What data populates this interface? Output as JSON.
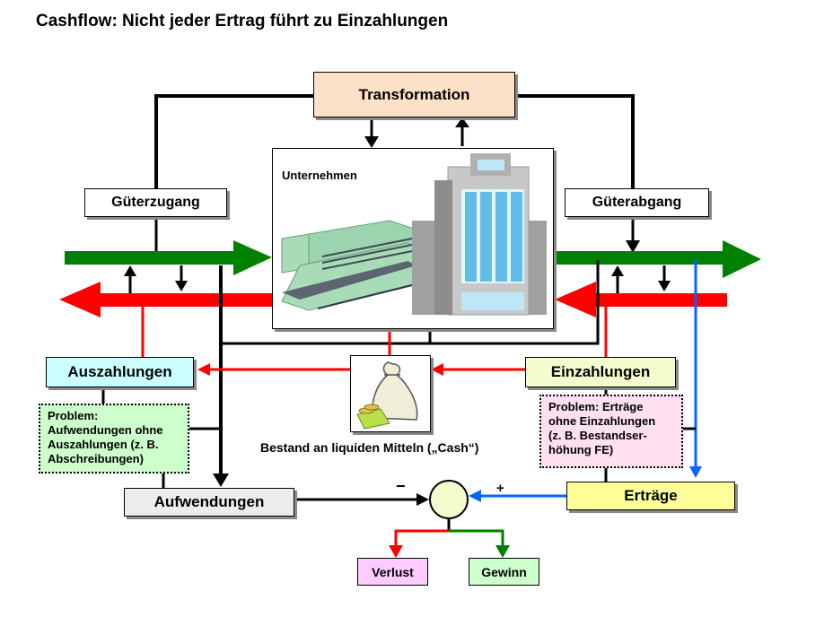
{
  "title": "Cashflow: Nicht jeder Ertrag führt zu Einzahlungen",
  "boxes": {
    "transformation": "Transformation",
    "unternehmen": "Unternehmen",
    "gueterzugang": "Güterzugang",
    "gueterabgang": "Güterabgang",
    "auszahlungen": "Auszahlungen",
    "einzahlungen": "Einzahlungen",
    "aufwendungen": "Aufwendungen",
    "ertraege": "Erträge",
    "verlust": "Verlust",
    "gewinn": "Gewinn"
  },
  "notes": {
    "left": [
      "Problem:",
      "Aufwendungen ohne",
      "Auszahlungen (z. B.",
      "Abschreibungen)"
    ],
    "right": [
      "Problem: Erträge",
      "ohne Einzahlungen",
      "(z. B. Bestandser-",
      "höhung FE)"
    ]
  },
  "cash_label": "Bestand an liquiden Mitteln („Cash“)",
  "signs": {
    "minus": "−",
    "plus": "+"
  },
  "colors": {
    "goods_flow": "#008000",
    "money_flow": "#ff0000",
    "revenue_flow": "#0066ff",
    "transformation_fill": "#fde0c8",
    "auszahlungen_fill": "#ccffff",
    "einzahlungen_fill": "#f2fccc",
    "aufwendungen_fill": "#ececec",
    "ertraege_fill": "#ffff99",
    "verlust_fill": "#ffccff",
    "gewinn_fill": "#ccffcc",
    "note_left_fill": "#ccffcc",
    "note_right_fill": "#ffe0f0",
    "circle_fill": "#f2fccc"
  }
}
